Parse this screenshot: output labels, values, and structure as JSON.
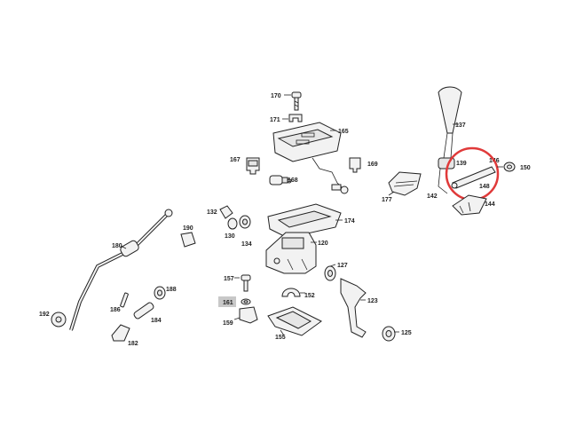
{
  "diagram": {
    "highlight_color": "#e03a3a",
    "part_numbers": {
      "p120": "120",
      "p123": "123",
      "p125": "125",
      "p127": "127",
      "p130": "130",
      "p132": "132",
      "p134": "134",
      "p137": "137",
      "p139": "139",
      "p142": "142",
      "p144": "144",
      "p146": "146",
      "p148": "148",
      "p150": "150",
      "p152": "152",
      "p155": "155",
      "p157": "157",
      "p159": "159",
      "p161": "161",
      "p165": "165",
      "p167": "167",
      "p168": "168",
      "p169": "169",
      "p170": "170",
      "p171": "171",
      "p174": "174",
      "p177": "177",
      "p180": "180",
      "p182": "182",
      "p184": "184",
      "p186": "186",
      "p188": "188",
      "p190": "190",
      "p192": "192"
    }
  }
}
